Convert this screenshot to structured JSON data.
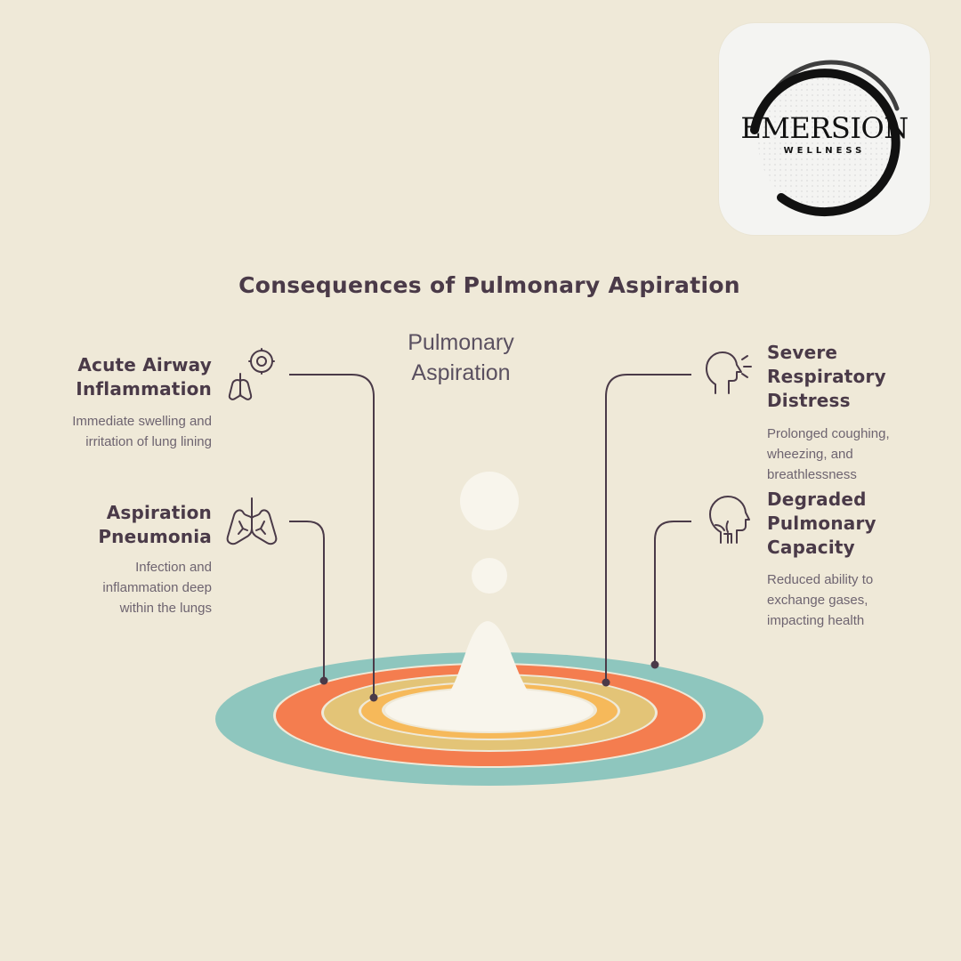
{
  "title": "Consequences of Pulmonary Aspiration",
  "center_label": "Pulmonary Aspiration",
  "logo": {
    "name": "EMERSION",
    "sub": "WELLNESS"
  },
  "items": [
    {
      "heading": "Acute Airway Inflammation",
      "description": "Immediate swelling and irritation of lung lining",
      "icon": "lungs-virus-icon"
    },
    {
      "heading": "Aspiration Pneumonia",
      "description": "Infection and inflammation deep within the lungs",
      "icon": "lungs-icon"
    },
    {
      "heading": "Severe Respiratory Distress",
      "description": "Prolonged coughing, wheezing, and breathlessness",
      "icon": "head-breathing-icon"
    },
    {
      "heading": "Degraded Pulmonary Capacity",
      "description": "Reduced ability to exchange gases, impacting health",
      "icon": "head-airway-icon"
    }
  ],
  "colors": {
    "background": "#efe9d8",
    "ring_outer": "#8ec6be",
    "ring_orange": "#f47d4f",
    "ring_gold": "#e3c477",
    "ring_yellow": "#f6b95a",
    "center": "#f8f5ec",
    "line": "#4a3a48"
  }
}
